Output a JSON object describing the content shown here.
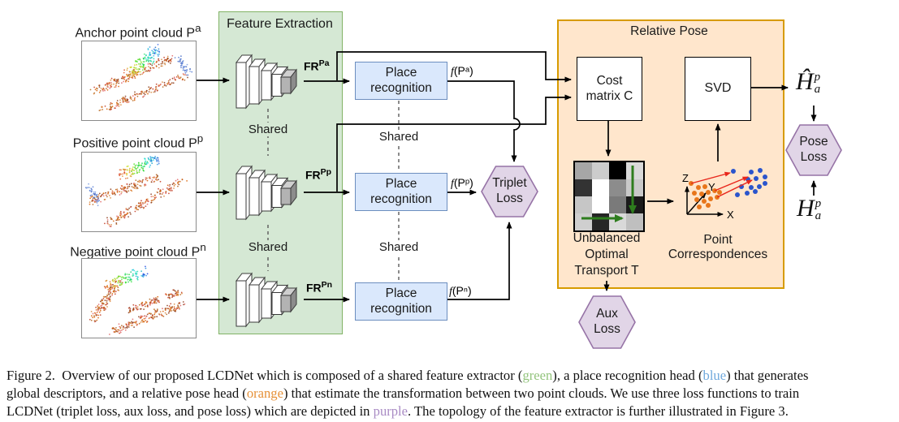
{
  "colors": {
    "green_panel_bg": "#d5e8d4",
    "green_panel_border": "#82b366",
    "blue_box_bg": "#dae8fc",
    "blue_box_border": "#6c8ebf",
    "orange_panel_bg": "#ffe6cc",
    "orange_panel_border": "#d79b00",
    "hex_bg": "#e1d5e7",
    "hex_border": "#9673a6",
    "matrix_arrow_green": "#2e7d1e",
    "pt_orange": "#e8761b",
    "pt_blue": "#2b55cc",
    "corr_arrow_red": "#e8261b"
  },
  "inputs": [
    {
      "label": "Anchor point cloud P",
      "sup": "a"
    },
    {
      "label": "Positive point cloud P",
      "sup": "p"
    },
    {
      "label": "Negative point cloud P",
      "sup": "n"
    }
  ],
  "feature_extraction": {
    "title": "Feature Extraction",
    "shared": "Shared",
    "fr_labels": [
      {
        "base": "FR",
        "sup": "Pa"
      },
      {
        "base": "FR",
        "sup": "Pp"
      },
      {
        "base": "FR",
        "sup": "Pn"
      }
    ]
  },
  "place_recognition": {
    "line1": "Place",
    "line2": "recognition",
    "shared": "Shared",
    "outputs": [
      {
        "f": "f",
        "rest": "(Pᵃ)"
      },
      {
        "f": "f",
        "rest": "(Pᵖ)"
      },
      {
        "f": "f",
        "rest": "(Pⁿ)"
      }
    ]
  },
  "losses": {
    "triplet": {
      "line1": "Triplet",
      "line2": "Loss"
    },
    "aux": {
      "line1": "Aux",
      "line2": "Loss"
    },
    "pose": {
      "line1": "Pose",
      "line2": "Loss"
    }
  },
  "relative_pose": {
    "title": "Relative Pose",
    "cost_matrix": {
      "line1": "Cost",
      "line2": "matrix C"
    },
    "svd": "SVD",
    "transport": [
      "Unbalanced",
      "Optimal",
      "Transport T"
    ],
    "matrix_cells": [
      [
        "#a6a6a6",
        "#cccccc",
        "#000000",
        "#d9d9d9"
      ],
      [
        "#333333",
        "#ffffff",
        "#8c8c8c",
        "#c9c9c9"
      ],
      [
        "#c6c6c6",
        "#ffffff",
        "#7a7a7a",
        "#1a1a1a"
      ],
      [
        "#cfcfcf",
        "#262626",
        "#d9d9d9",
        "#bfbfbf"
      ]
    ],
    "correspondences": {
      "line1": "Point",
      "line2": "Correspondences",
      "axis_x": "X",
      "axis_y": "Y",
      "axis_z": "Z",
      "orange_points": [
        [
          33,
          38
        ],
        [
          42,
          43
        ],
        [
          50,
          42
        ],
        [
          37,
          50
        ],
        [
          46,
          51
        ],
        [
          54,
          49
        ],
        [
          62,
          47
        ],
        [
          40,
          58
        ],
        [
          49,
          60
        ],
        [
          57,
          57
        ],
        [
          65,
          55
        ],
        [
          68,
          49
        ],
        [
          43,
          67
        ],
        [
          54,
          65
        ]
      ],
      "blue_points": [
        [
          85,
          23
        ],
        [
          107,
          24
        ],
        [
          118,
          22
        ],
        [
          124,
          30
        ],
        [
          113,
          32
        ],
        [
          103,
          33
        ],
        [
          95,
          42
        ],
        [
          107,
          43
        ],
        [
          117,
          42
        ],
        [
          124,
          38
        ],
        [
          90,
          52
        ],
        [
          102,
          50
        ],
        [
          112,
          48
        ]
      ],
      "match_arrows": [
        [
          33,
          38,
          81,
          25
        ],
        [
          62,
          47,
          103,
          30
        ],
        [
          65,
          55,
          108,
          34
        ]
      ]
    }
  },
  "math": {
    "h_hat": {
      "base": "Ĥ",
      "sub": "a",
      "sup": "p"
    },
    "h": {
      "base": "H",
      "sub": "a",
      "sup": "p"
    }
  },
  "caption": {
    "palette": {
      "green": "#93c47d",
      "blue": "#6fa8dc",
      "orange": "#e69138",
      "purple": "#a98bc4"
    },
    "lines": [
      [
        {
          "t": "Figure 2.  Overview of our proposed LCDNet which is composed of a shared feature extractor (",
          "c": null
        },
        {
          "t": "green",
          "c": "green"
        },
        {
          "t": "), a place recognition head (",
          "c": null
        },
        {
          "t": "blue",
          "c": "blue"
        },
        {
          "t": ") that generates",
          "c": null
        }
      ],
      [
        {
          "t": "global descriptors, and a relative pose head (",
          "c": null
        },
        {
          "t": "orange",
          "c": "orange"
        },
        {
          "t": ") that estimate the transformation between two point clouds. We use three loss functions to train",
          "c": null
        }
      ],
      [
        {
          "t": "LCDNet (triplet loss, aux loss, and pose loss) which are depicted in ",
          "c": null
        },
        {
          "t": "purple",
          "c": "purple"
        },
        {
          "t": ". The topology of the feature extractor is further illustrated in Figure 3.",
          "c": null
        }
      ]
    ]
  }
}
